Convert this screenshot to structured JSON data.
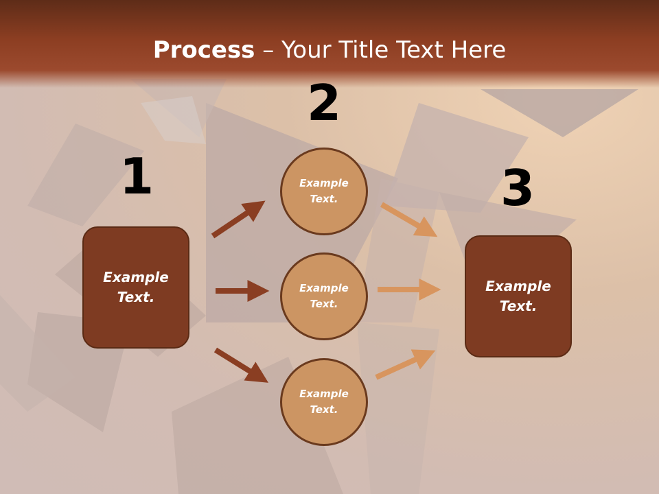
{
  "slide": {
    "title_bold": "Process",
    "title_rest": " – Your Title Text Here"
  },
  "steps": [
    {
      "number": "1",
      "label": "Example Text."
    },
    {
      "number": "2",
      "labels": [
        "Example Text.",
        "Example Text.",
        "Example Text."
      ]
    },
    {
      "number": "3",
      "label": "Example Text."
    }
  ],
  "colors": {
    "header": "#8c3e22",
    "box_fill": "#7e3b22",
    "circle_fill": "#cc9563",
    "arrow_dark": "#8a3e22",
    "arrow_light": "#d8955e"
  }
}
